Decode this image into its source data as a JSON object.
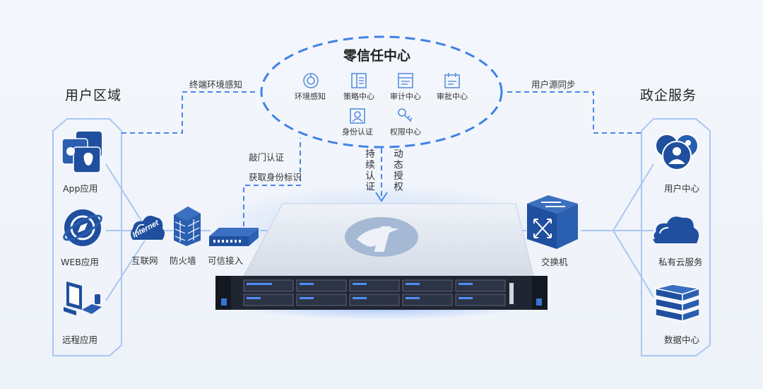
{
  "zero_trust": {
    "title": "零信任中心",
    "items": [
      "环境感知",
      "策略中心",
      "审计中心",
      "审批中心",
      "身份认证",
      "权限中心"
    ]
  },
  "user_zone": {
    "title": "用户区域",
    "apps": [
      "App应用",
      "WEB应用",
      "远程应用"
    ]
  },
  "gov_zone": {
    "title": "政企服务",
    "services": [
      "用户中心",
      "私有云服务",
      "数据中心"
    ]
  },
  "network": {
    "internet": "互联网",
    "internet_badge": "Internet",
    "firewall": "防火墙",
    "trusted_access": "可信接入",
    "switch": "交换机"
  },
  "flows": {
    "terminal_sense": "终端环境感知",
    "user_sync": "用户源同步",
    "knock_auth": "敲门认证",
    "get_identity": "获取身份标识",
    "continuous_auth": "持续认证",
    "dynamic_grant": "动态授权"
  },
  "colors": {
    "accent": "#3d7be0",
    "dashed": "#4a86e8",
    "icon_dark": "#1f4f9e",
    "frame": "#9fbff0"
  }
}
